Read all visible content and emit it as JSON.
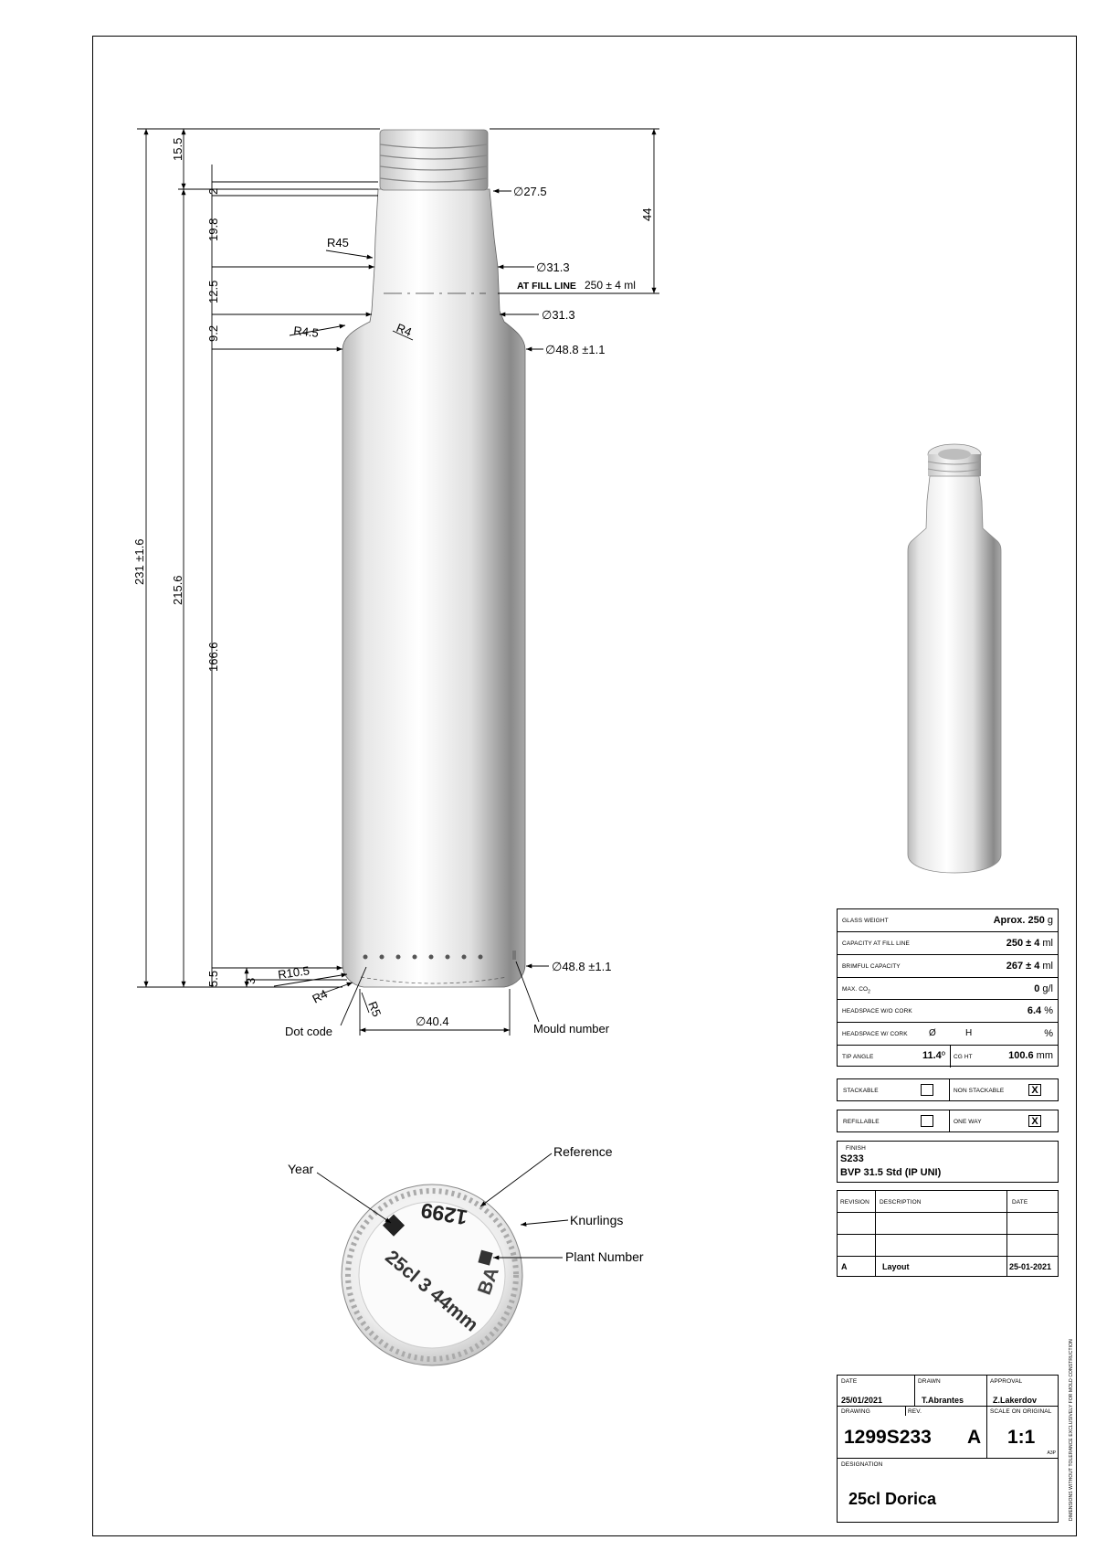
{
  "drawing": {
    "dims": {
      "d15_5": "15.5",
      "d2": "2",
      "d19_8": "19.8",
      "d12_5": "12.5",
      "d9_2": "9.2",
      "d166_6": "166.6",
      "d215_6": "215.6",
      "d231": "231 ±1.6",
      "d5_5": "5.5",
      "d3": "3",
      "d44": "44",
      "phi27_5": "∅27.5",
      "phi31_3a": "∅31.3",
      "phi31_3b": "∅31.3",
      "phi48_8a": "∅48.8 ±1.1",
      "phi48_8b": "∅48.8 ±1.1",
      "phi40_4": "∅40.4",
      "r45": "R45",
      "r4_5": "R4.5",
      "r4a": "R4",
      "r10_5": "R10.5",
      "r4b": "R4",
      "r5": "R5",
      "fill_line_label": "AT FILL LINE",
      "fill_line_value": "250 ± 4 ml",
      "dot_code": "Dot code",
      "mould_number": "Mould number"
    },
    "base_callouts": {
      "year": "Year",
      "reference": "Reference",
      "knurlings": "Knurlings",
      "plant_number": "Plant Number",
      "engraving_ref": "1299",
      "engraving_size": "25cl 3 44mm",
      "engraving_plant": "BA"
    }
  },
  "specs": {
    "glass_weight": {
      "label": "GLASS WEIGHT",
      "value": "Aprox. 250",
      "unit": "g"
    },
    "capacity_fill": {
      "label": "CAPACITY AT FILL LINE",
      "value": "250 ± 4",
      "unit": "ml"
    },
    "brimful": {
      "label": "BRIMFUL CAPACITY",
      "value": "267 ± 4",
      "unit": "ml"
    },
    "max_co2": {
      "label": "MAX. CO",
      "sub": "2",
      "value": "0",
      "unit": "g/l"
    },
    "headspace_wo": {
      "label": "HEADSPACE W/O CORK",
      "value": "6.4",
      "unit": "%"
    },
    "headspace_w": {
      "label": "HEADSPACE W/ CORK",
      "phi": "Ø",
      "h": "H",
      "unit": "%"
    },
    "tip_angle": {
      "label": "TIP ANGLE",
      "value": "11.4",
      "unit": "º"
    },
    "cg_ht": {
      "label": "CG HT",
      "value": "100.6",
      "unit": "mm"
    }
  },
  "options": {
    "stackable": {
      "label": "STACKABLE",
      "checked": ""
    },
    "non_stackable": {
      "label": "NON STACKABLE",
      "checked": "X"
    },
    "refillable": {
      "label": "REFILLABLE",
      "checked": ""
    },
    "one_way": {
      "label": "ONE WAY",
      "checked": "X"
    }
  },
  "finish": {
    "label": "FINISH",
    "code": "S233",
    "name": "BVP 31.5 Std (IP UNI)"
  },
  "revision": {
    "headers": {
      "revision": "REVISION",
      "description": "DESCRIPTION",
      "date": "DATE"
    },
    "rows": [
      {
        "rev": "A",
        "desc": "Layout",
        "date": "25-01-2021"
      }
    ]
  },
  "title_block": {
    "date_label": "DATE",
    "date_value": "25/01/2021",
    "drawn_label": "DRAWN",
    "drawn_value": "T.Abrantes",
    "approval_label": "APPROVAL",
    "approval_value": "Z.Lakerdov",
    "drawing_label": "DRAWING",
    "drawing_value": "1299S233",
    "rev_label": "REV.",
    "rev_value": "A",
    "scale_label": "SCALE ON ORIGINAL",
    "scale_value": "1:1",
    "format": "A3P",
    "designation_label": "DESIGNATION",
    "designation_value": "25cl Dorica",
    "side_note": "DIMENSIONS WITHOUT TOLERANCE EXCLUSIVELY FOR MOLD CONSTRUCTION"
  }
}
